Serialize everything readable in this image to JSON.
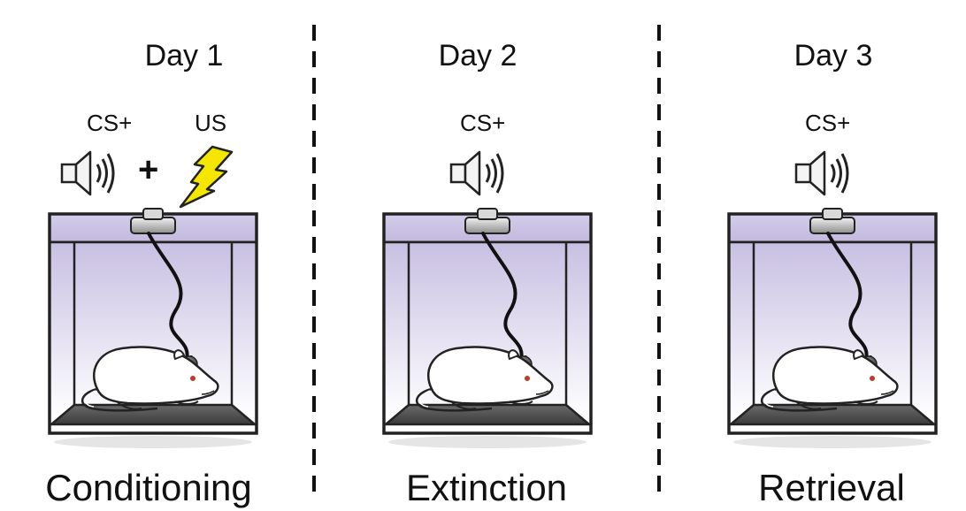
{
  "panels": [
    {
      "day": "Day 1",
      "cs": "CS+",
      "us": "US",
      "plus": "+",
      "phase": "Conditioning"
    },
    {
      "day": "Day 2",
      "cs": "CS+",
      "phase": "Extinction"
    },
    {
      "day": "Day 3",
      "cs": "CS+",
      "phase": "Retrieval"
    }
  ],
  "icons": {
    "sound": "speaker-icon",
    "shock": "lightning-bolt-icon",
    "chamber": "chamber-icon",
    "mouse": "mouse-icon"
  },
  "colors": {
    "chamber_top": "#c9c2e0",
    "chamber_gradient_top": "#cfc8e6",
    "chamber_floor": "#555555",
    "bolt": "#f5e600",
    "mouse_eye": "#c0392b"
  }
}
